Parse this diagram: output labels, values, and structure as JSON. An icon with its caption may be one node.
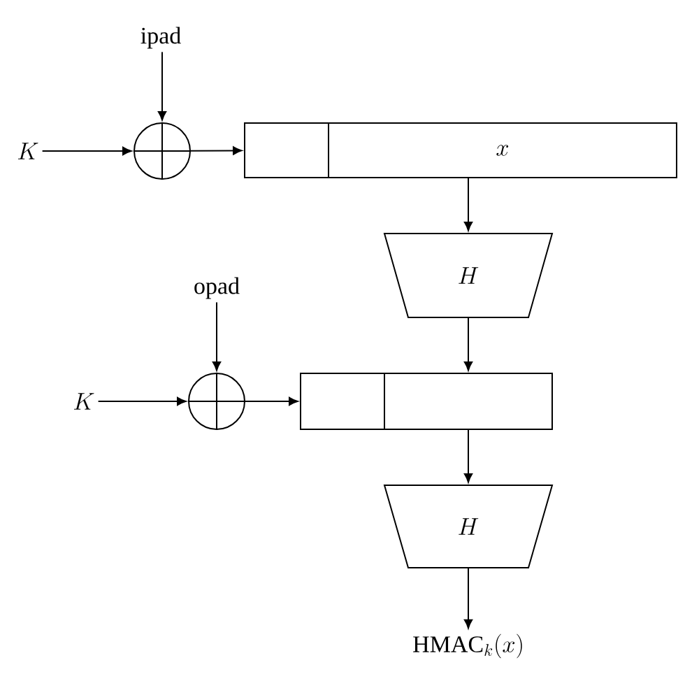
{
  "diagram": {
    "nodes": [
      {
        "text": [
          "ipad"
        ]
      },
      {
        "text": [
          "K"
        ]
      },
      {
        "text": [],
        "shape": "circle"
      },
      {
        "text": [],
        "shape": "box"
      },
      {
        "text": [
          "x"
        ]
      },
      {
        "text": [
          "H"
        ]
      },
      {
        "text": [
          "opad"
        ]
      },
      {
        "text": [
          "K"
        ]
      },
      {
        "text": [],
        "shape": "circle"
      },
      {
        "text": [],
        "shape": "box"
      },
      {
        "text": [],
        "shape": "box"
      },
      {
        "text": [
          "H"
        ]
      },
      {
        "text": [
          "\\mathrm{HMAC}_k(x)"
        ]
      }
    ],
    "edges": [
      {
        "from": 0,
        "to": 2,
        "arrow": "to"
      },
      {
        "from": 1,
        "to": 2,
        "arrow": "to"
      },
      {
        "from": 2,
        "to": 3,
        "arrow": "to"
      },
      {
        "from": 4,
        "to": 5,
        "arrow": "to"
      },
      {
        "from": 6,
        "to": 8,
        "arrow": "to"
      },
      {
        "from": 7,
        "to": 8,
        "arrow": "to"
      },
      {
        "from": 8,
        "to": 9,
        "arrow": "to"
      },
      {
        "from": 5,
        "to": 10,
        "arrow": "to"
      },
      {
        "from": 10,
        "to": 11,
        "arrow": "to"
      },
      {
        "from": 11,
        "to": 12,
        "arrow": "to"
      }
    ]
  }
}
